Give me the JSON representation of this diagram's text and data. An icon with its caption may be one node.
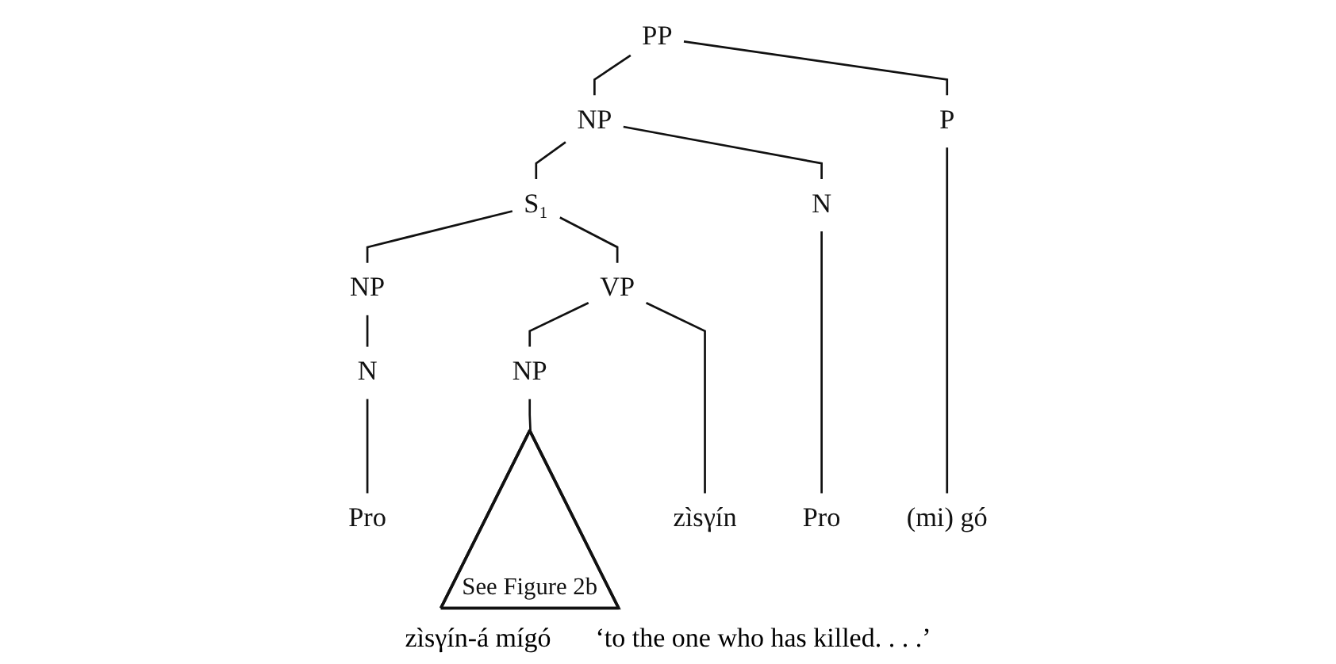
{
  "diagram": {
    "nodes": [
      {
        "text": [
          "PP"
        ]
      },
      {
        "text": [
          "NP"
        ]
      },
      {
        "text": [
          "P"
        ]
      },
      {
        "text": [
          "S₁"
        ]
      },
      {
        "text": [
          "N"
        ]
      },
      {
        "text": [
          "NP"
        ]
      },
      {
        "text": [
          "VP"
        ]
      },
      {
        "text": [
          "N"
        ]
      },
      {
        "text": [
          "NP"
        ]
      },
      {
        "text": [
          "Pro"
        ]
      },
      {
        "text": [
          "See Figure 2b"
        ],
        "beside": [
          "zìsγín-á mígó"
        ]
      },
      {
        "text": [
          "zìsγín"
        ]
      },
      {
        "text": [
          "Pro"
        ]
      },
      {
        "text": [
          "(mi) gó"
        ]
      }
    ],
    "edges": [
      {
        "from": 0,
        "to": 1,
        "arrow": "none"
      },
      {
        "from": 0,
        "to": 2,
        "arrow": "none"
      },
      {
        "from": 1,
        "to": 3,
        "arrow": "none"
      },
      {
        "from": 1,
        "to": 4,
        "arrow": "none"
      },
      {
        "from": 3,
        "to": 5,
        "arrow": "none"
      },
      {
        "from": 3,
        "to": 6,
        "arrow": "none"
      },
      {
        "from": 5,
        "to": 7,
        "arrow": "none"
      },
      {
        "from": 7,
        "to": 9,
        "arrow": "none"
      },
      {
        "from": 6,
        "to": 8,
        "arrow": "none"
      },
      {
        "from": 8,
        "to": 10,
        "arrow": "none"
      },
      {
        "from": 6,
        "to": 11,
        "arrow": "none"
      },
      {
        "from": 4,
        "to": 12,
        "arrow": "none"
      },
      {
        "from": 2,
        "to": 13,
        "arrow": "none"
      }
    ],
    "labels": [
      "‘to the one who has killed. . . .’"
    ]
  }
}
